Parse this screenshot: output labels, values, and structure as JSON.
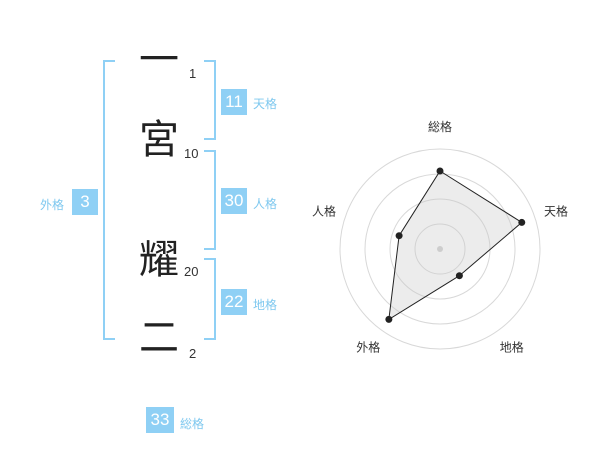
{
  "name": {
    "chars": [
      {
        "char": "一",
        "strokes": "1"
      },
      {
        "char": "宮",
        "strokes": "10"
      },
      {
        "char": "耀",
        "strokes": "20"
      },
      {
        "char": "二",
        "strokes": "2"
      }
    ]
  },
  "fortune": {
    "tenkaku": {
      "label": "天格",
      "value": "11"
    },
    "jinkaku": {
      "label": "人格",
      "value": "30"
    },
    "chikaku": {
      "label": "地格",
      "value": "22"
    },
    "gaikaku": {
      "label": "外格",
      "value": "3"
    },
    "soukaku": {
      "label": "総格",
      "value": "33"
    }
  },
  "colors": {
    "accent": "#8fd0f5",
    "label": "#7ec8ef"
  },
  "chart_data": {
    "type": "radar",
    "axes": [
      "総格",
      "天格",
      "地格",
      "外格",
      "人格"
    ],
    "values": [
      0.78,
      0.86,
      0.33,
      0.87,
      0.43
    ],
    "range": [
      0,
      1
    ],
    "rings": 4
  }
}
